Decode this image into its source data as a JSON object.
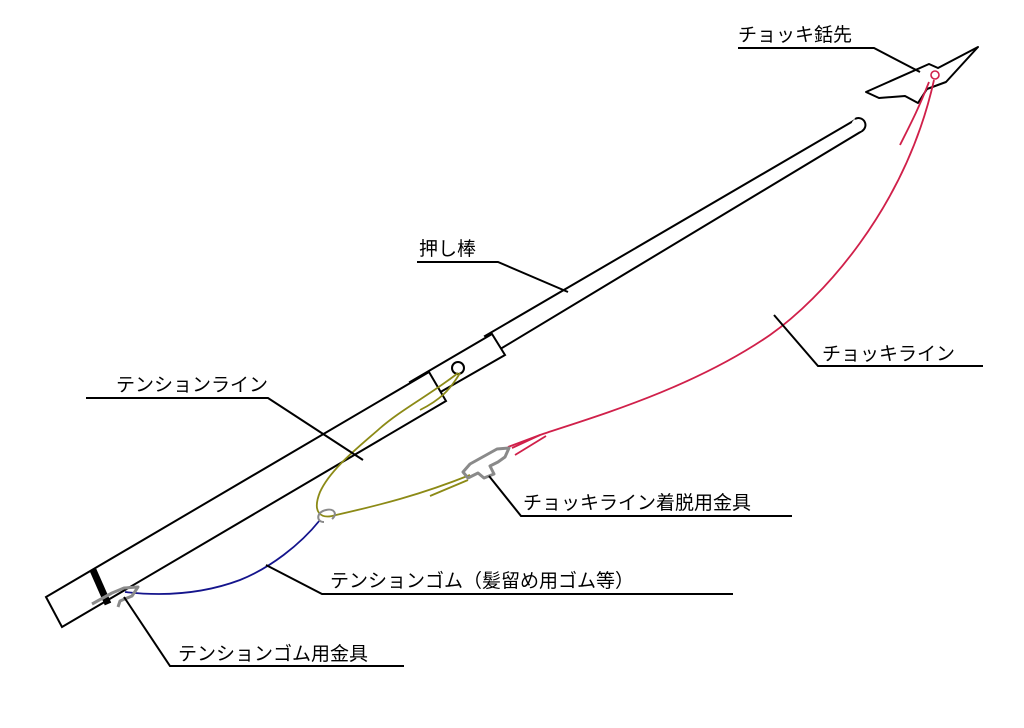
{
  "labels": {
    "harpoon_tip": "チョッキ銛先",
    "push_rod": "押し棒",
    "chokki_line": "チョッキライン",
    "tension_line": "テンションライン",
    "detach_fitting": "チョッキライン着脱用金具",
    "tension_rubber": "テンションゴム（髪留め用ゴム等）",
    "rubber_fitting": "テンションゴム用金具"
  },
  "colors": {
    "outline": "#000000",
    "chokki_line": "#d0204a",
    "tension_line": "#8c8a16",
    "tension_rubber": "#14148c",
    "fitting": "#8a8a8a"
  }
}
